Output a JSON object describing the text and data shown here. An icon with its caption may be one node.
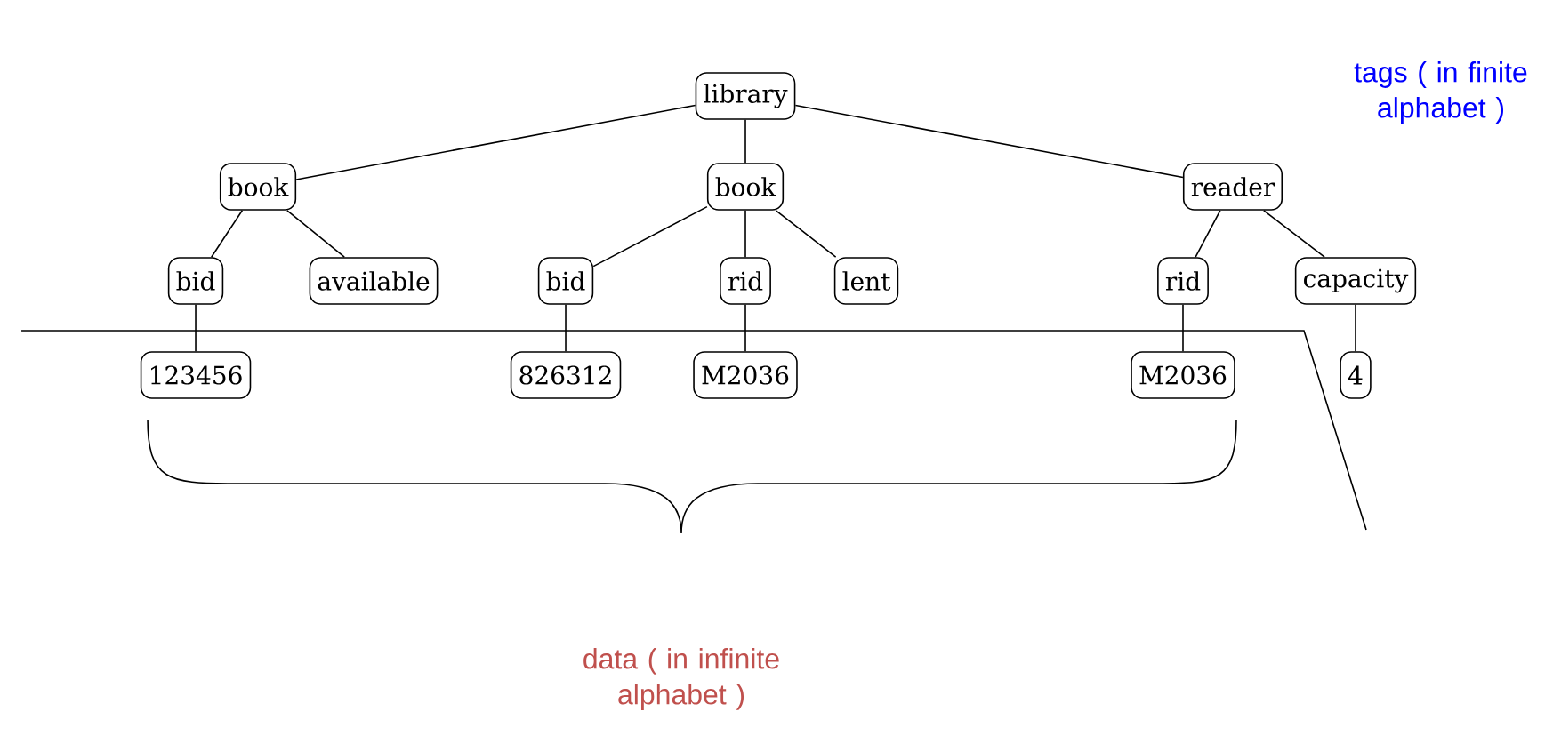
{
  "diagram": {
    "nodes": [
      {
        "text": [
          "library"
        ]
      },
      {
        "text": [
          "book"
        ]
      },
      {
        "text": [
          "book"
        ]
      },
      {
        "text": [
          "reader"
        ]
      },
      {
        "text": [
          "bid"
        ]
      },
      {
        "text": [
          "available"
        ]
      },
      {
        "text": [
          "bid"
        ]
      },
      {
        "text": [
          "rid"
        ]
      },
      {
        "text": [
          "lent"
        ]
      },
      {
        "text": [
          "rid"
        ]
      },
      {
        "text": [
          "capacity"
        ]
      },
      {
        "text": [
          "123456"
        ]
      },
      {
        "text": [
          "826312"
        ]
      },
      {
        "text": [
          "M2036"
        ]
      },
      {
        "text": [
          "M2036"
        ]
      },
      {
        "text": [
          "4"
        ]
      }
    ],
    "edges": [
      {
        "from": 0,
        "to": 1,
        "arrow": "none"
      },
      {
        "from": 0,
        "to": 2,
        "arrow": "none"
      },
      {
        "from": 0,
        "to": 3,
        "arrow": "none"
      },
      {
        "from": 1,
        "to": 4,
        "arrow": "none"
      },
      {
        "from": 1,
        "to": 5,
        "arrow": "none"
      },
      {
        "from": 2,
        "to": 6,
        "arrow": "none"
      },
      {
        "from": 2,
        "to": 7,
        "arrow": "none"
      },
      {
        "from": 2,
        "to": 8,
        "arrow": "none"
      },
      {
        "from": 3,
        "to": 9,
        "arrow": "none"
      },
      {
        "from": 3,
        "to": 10,
        "arrow": "none"
      },
      {
        "from": 4,
        "to": 11,
        "arrow": "none"
      },
      {
        "from": 6,
        "to": 12,
        "arrow": "none"
      },
      {
        "from": 7,
        "to": 13,
        "arrow": "none"
      },
      {
        "from": 9,
        "to": 14,
        "arrow": "none"
      },
      {
        "from": 10,
        "to": 15,
        "arrow": "none"
      }
    ],
    "labels": [
      "tags ( in finite alphabet )",
      "data ( in infinite alphabet )"
    ]
  }
}
